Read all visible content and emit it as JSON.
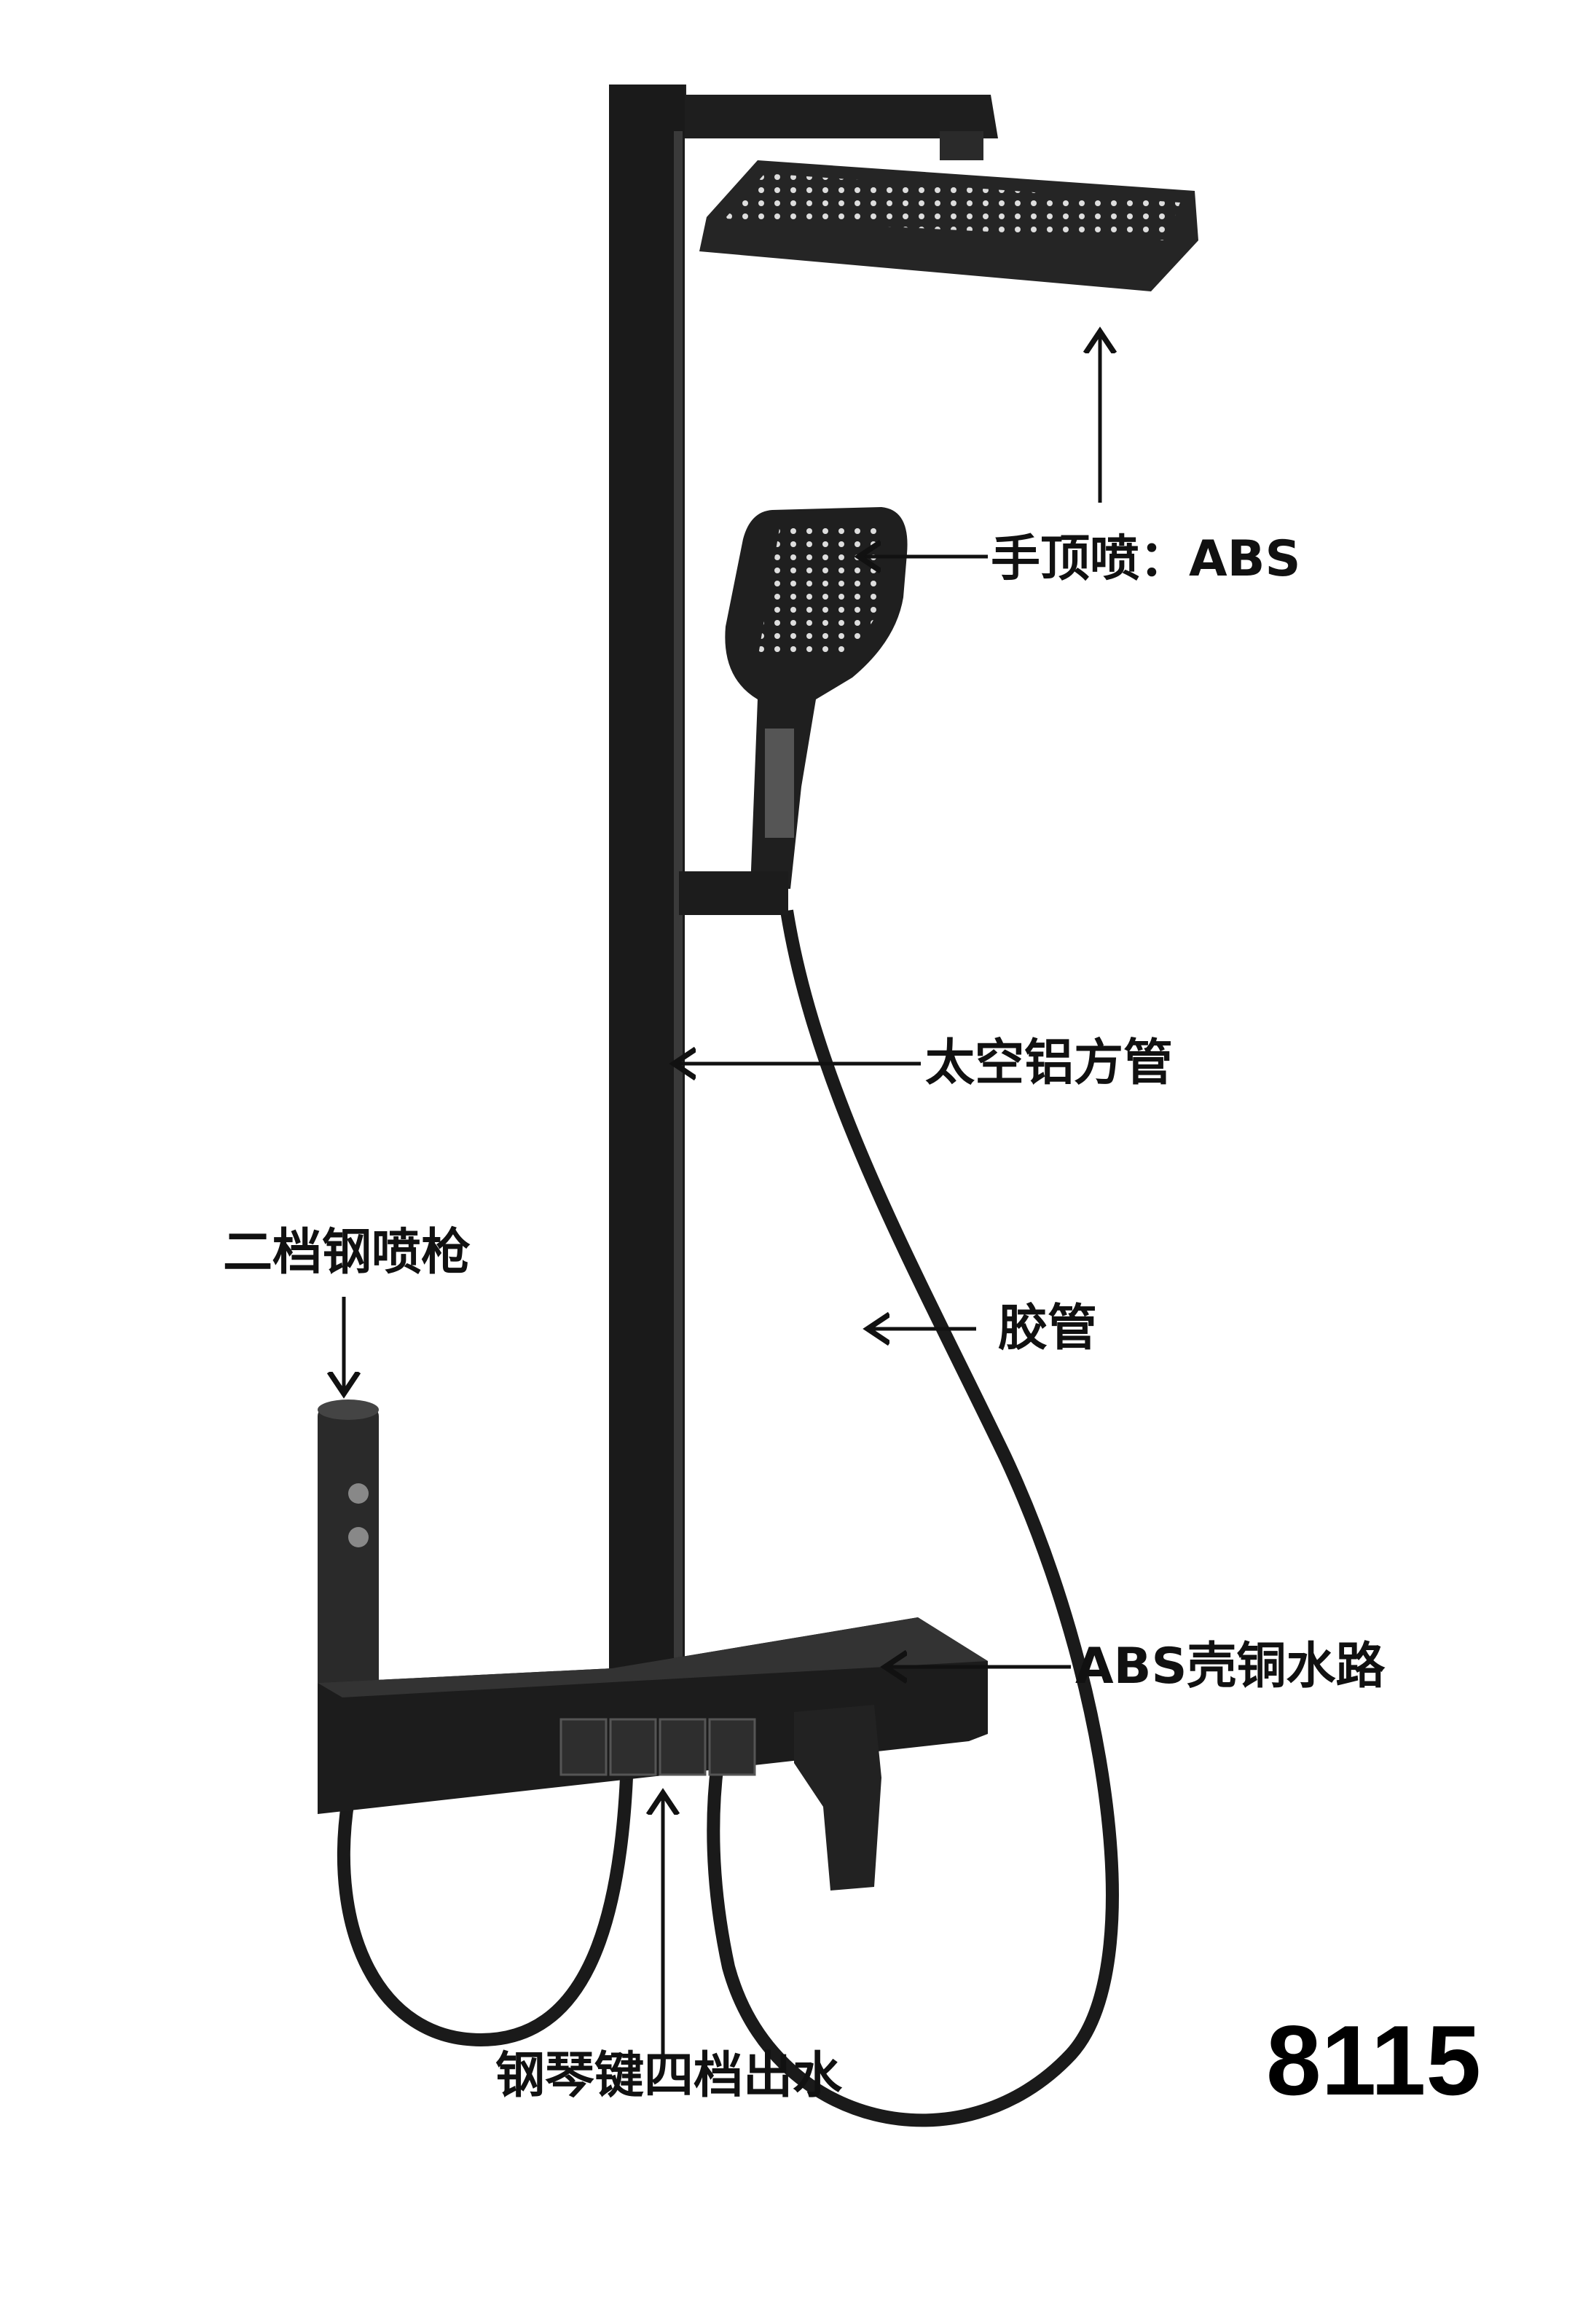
{
  "labels": {
    "head_spray": "手顶喷：ABS",
    "pipe": "太空铝方管",
    "spray_gun": "二档钢喷枪",
    "hose": "胶管",
    "body": "ABS壳铜水路",
    "keys": "钢琴键四档出水"
  },
  "model_number": "8115",
  "colors": {
    "product": "#1c1c1c",
    "text": "#111111"
  }
}
